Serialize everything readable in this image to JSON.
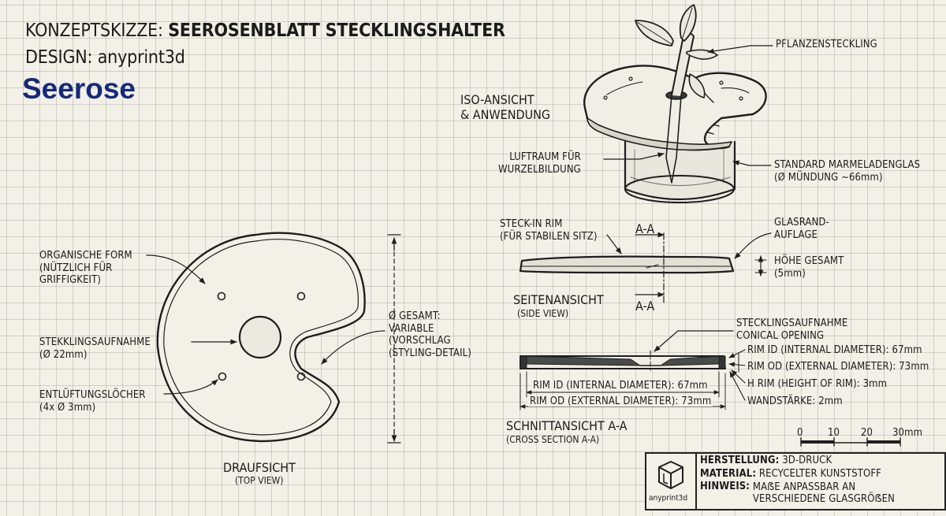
{
  "header": {
    "concept_prefix": "KONZEPTSKIZZE:",
    "concept_title": "SEEROSENBLATT STECKLINGSHALTER",
    "design_line": "DESIGN: anyprint3d",
    "brand": "Seerose"
  },
  "iso_view": {
    "title": "ISO-ANSICHT\n& ANWENDUNG",
    "plant_label": "PFLANZENSTECKLING",
    "air_label": "LUFTRAUM FÜR\nWURZELBILDUNG",
    "jar_label": "STANDARD MARMELADENGLAS\n(Ø MÜNDUNG ~66mm)"
  },
  "top_view": {
    "title": "DRAUFSICHT",
    "subtitle": "(TOP VIEW)",
    "organic_label": "ORGANISCHE FORM\n(NÜTZLICH FÜR\nGRIFFIGKEIT)",
    "holder_label": "STEKKLINGSAUFNAHME\n(Ø 22mm)",
    "vent_label": "ENTLÜFTUNGSLÖCHER\n(4x Ø 3mm)",
    "overall_label": "Ø GESAMT:\nVARIABLE\n(VORSCHLAG\n(STYLING-DETAIL)"
  },
  "side_view": {
    "rim_label": "STECK-IN RIM\n(FÜR STABILEN SITZ)",
    "section_mark": "A-A",
    "glass_label": "GLASRAND-\nAUFLAGE",
    "height_label": "HÖHE GESAMT\n(5mm)",
    "title": "SEITENANSICHT",
    "subtitle": "(SIDE VIEW)"
  },
  "section_view": {
    "opening_label": "STECKLINGSAUFNAHME\nCONICAL OPENING",
    "rim_id": "RIM ID (INTERNAL DIAMETER): 67mm",
    "rim_od": "RIM OD (EXTERNAL DIAMETER): 73mm",
    "h_rim": "H RIM (HEIGHT OF RIM): 3mm",
    "wall": "WANDSTÄRKE: 2mm",
    "title": "SCHNITTANSICHT A-A",
    "subtitle": "(CROSS SECTION A-A)"
  },
  "scale_bar": {
    "ticks": [
      "0",
      "10",
      "20",
      "30mm"
    ]
  },
  "title_block": {
    "logo_text": "anyprint3d",
    "rows": [
      {
        "key": "HERSTELLUNG:",
        "value": "3D-DRUCK"
      },
      {
        "key": "MATERIAL:",
        "value": "RECYCELTER KUNSTSTOFF"
      },
      {
        "key": "HINWEIS:",
        "value": "MAẞE ANPASSBAR AN\nVERSCHIEDENE GLASGRÖẞEN"
      }
    ]
  }
}
